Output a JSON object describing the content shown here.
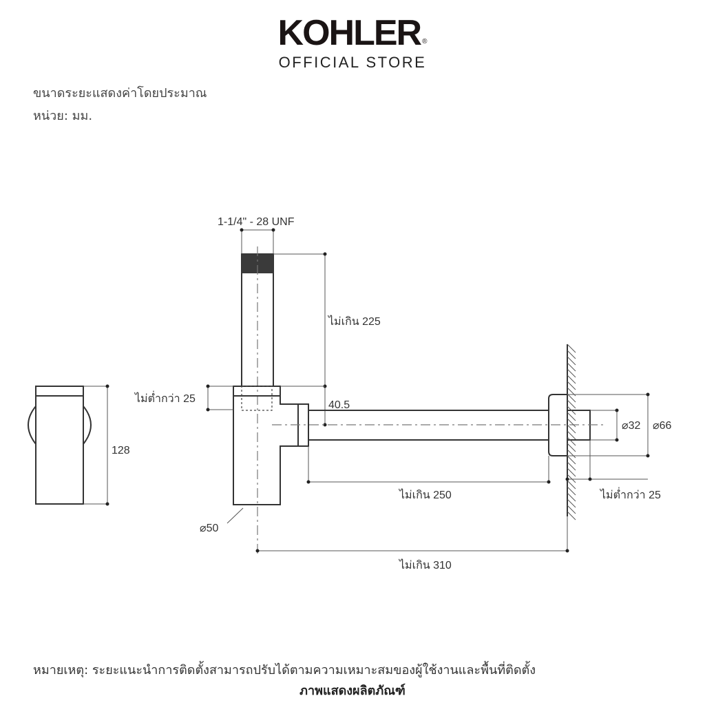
{
  "brand": {
    "name": "KOHLER",
    "registered": "®",
    "subtitle": "OFFICIAL STORE"
  },
  "notes": {
    "approx": "ขนาดระยะแสดงค่าโดยประมาณ",
    "unit": "หน่วย: มม."
  },
  "dimensions": {
    "thread": "1-1/4\" - 28 UNF",
    "max_225": "ไม่เกิน 225",
    "min_25_top": "ไม่ต่ำกว่า 25",
    "offset_40_5": "40.5",
    "height_128": "128",
    "dia_50": "⌀50",
    "dia_32": "⌀32",
    "dia_66": "⌀66",
    "max_250": "ไม่เกิน 250",
    "min_25_wall": "ไม่ต่ำกว่า 25",
    "max_310": "ไม่เกิน 310"
  },
  "footer": {
    "remark": "หมายเหตุ: ระยะแนะนำการติดตั้งสามารถปรับได้ตามความเหมาะสมของผู้ใช้งานและพื้นที่ติดตั้ง",
    "caption": "ภาพแสดงผลิตภัณฑ์"
  }
}
